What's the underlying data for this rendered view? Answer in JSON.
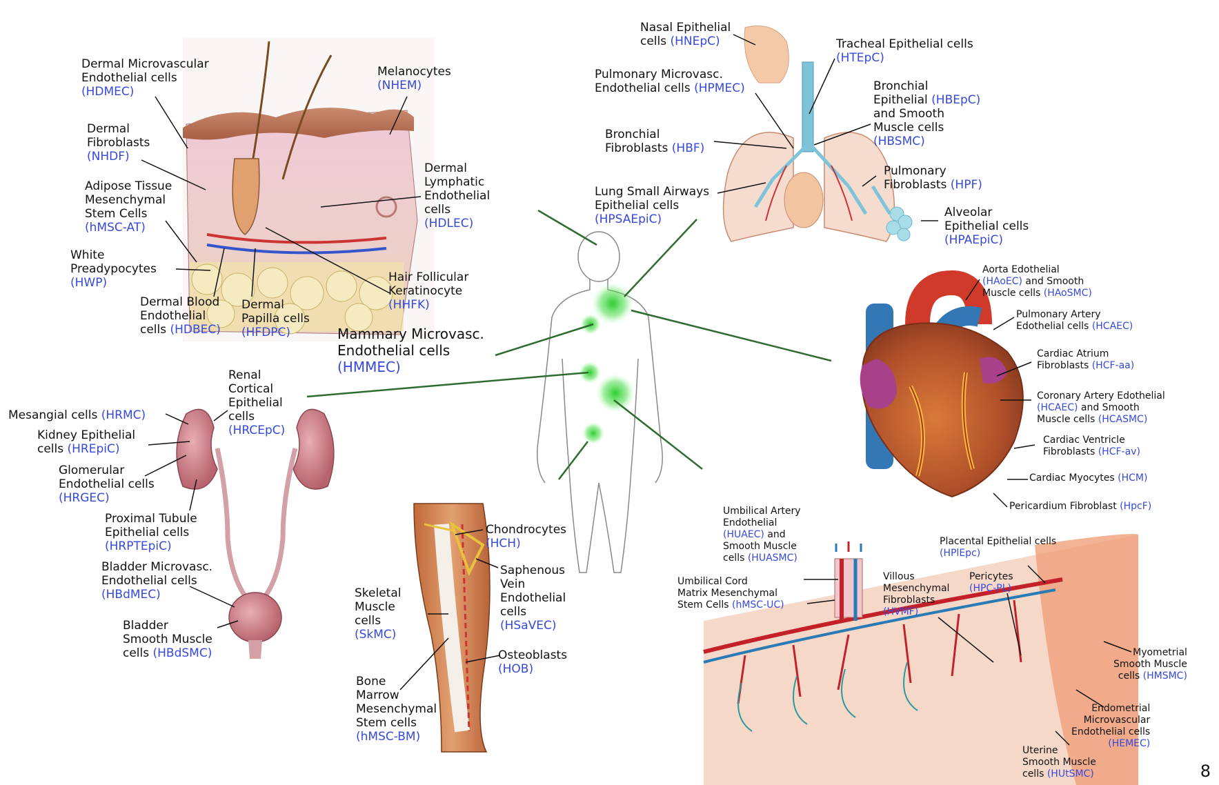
{
  "page_number": "8",
  "skin": {
    "hdmec": {
      "text": "Dermal Microvascular\nEndothelial cells\n",
      "code": "(HDMEC)"
    },
    "nhem": {
      "text": "Melanocytes\n",
      "code": "(NHEM)"
    },
    "nhdf": {
      "text": "Dermal\nFibroblasts\n",
      "code": "(NHDF)"
    },
    "hmscat": {
      "text": "Adipose Tissue\nMesenchymal\nStem Cells\n",
      "code": "(hMSC-AT)"
    },
    "hdlec": {
      "text": "Dermal\nLymphatic\nEndothelial\ncells\n",
      "code": "(HDLEC)"
    },
    "hwp": {
      "text": "White\nPreadypocytes\n",
      "code": "(HWP)"
    },
    "hhfk": {
      "text": "Hair Follicular\nKeratinocyte\n",
      "code": "(HHFK)"
    },
    "hdbec": {
      "text": "Dermal Blood\nEndothelial\ncells ",
      "code": "(HDBEC)"
    },
    "hfdpc": {
      "text": "Dermal\nPapilla cells\n",
      "code": "(HFDPC)"
    }
  },
  "mammary": {
    "text": "Mammary Microvasc.\nEndothelial cells\n",
    "code": "(HMMEC)"
  },
  "lung": {
    "hnepc": {
      "text": "Nasal Epithelial\ncells ",
      "code": "(HNEpC)"
    },
    "htepc": {
      "text": "Tracheal Epithelial cells\n",
      "code": "(HTEpC)"
    },
    "hpmec": {
      "text": "Pulmonary Microvasc.\nEndothelial cells ",
      "code": "(HPMEC)"
    },
    "hbepc": {
      "text": "Bronchial\nEpithelial ",
      "code": "(HBEpC)",
      "text2": "\nand Smooth\nMuscle cells\n",
      "code2": "(HBSMC)"
    },
    "hbf": {
      "text": "Bronchial\nFibroblasts ",
      "code": "(HBF)"
    },
    "hpf": {
      "text": "Pulmonary\nFibroblasts ",
      "code": "(HPF)"
    },
    "hpsaepic": {
      "text": "Lung Small Airways\nEpithelial cells\n",
      "code": "(HPSAEpiC)"
    },
    "hpaepic": {
      "text": "Alveolar\nEpithelial cells\n",
      "code": "(HPAEpiC)"
    }
  },
  "heart": {
    "haoec": {
      "text": "Aorta Edothelial\n",
      "code": "(HAoEC)",
      "text2": " and Smooth\nMuscle cells ",
      "code2": "(HAoSMC)"
    },
    "hpaec": {
      "text": "Pulmonary Artery\nEdothelial cells ",
      "code": "(HCAEC)"
    },
    "hcfaa": {
      "text": "Cardiac Atrium\nFibroblasts ",
      "code": "(HCF-aa)"
    },
    "hcaec": {
      "text": "Coronary Artery Edothelial\n",
      "code": "(HCAEC)",
      "text2": " and Smooth\nMuscle cells ",
      "code2": "(HCASMC)"
    },
    "hcfav": {
      "text": "Cardiac Ventricle\nFibroblasts ",
      "code": "(HCF-av)"
    },
    "hcm": {
      "text": "Cardiac Myocytes ",
      "code": "(HCM)"
    },
    "hpcf": {
      "text": "Pericardium Fibroblast ",
      "code": "(HpcF)"
    }
  },
  "kidney": {
    "hrmc": {
      "text": "Mesangial cells ",
      "code": "(HRMC)"
    },
    "hrcepc": {
      "text": "Renal\nCortical\nEpithelial\ncells\n",
      "code": "(HRCEpC)"
    },
    "hrepic": {
      "text": "Kidney Epithelial\ncells ",
      "code": "(HREpiC)"
    },
    "hrgec": {
      "text": "Glomerular\nEndothelial cells\n",
      "code": "(HRGEC)"
    },
    "hrptepic": {
      "text": "Proximal Tubule\nEpithelial cells\n",
      "code": "(HRPTEpiC)"
    },
    "hbdmec": {
      "text": "Bladder Microvasc.\nEndothelial cells\n",
      "code": "(HBdMEC)"
    },
    "hbdsmc": {
      "text": "Bladder\nSmooth Muscle\ncells ",
      "code": "(HBdSMC)"
    }
  },
  "leg": {
    "hch": {
      "text": "Chondrocytes\n",
      "code": "(HCH)"
    },
    "hsavec": {
      "text": "Saphenous\nVein\nEndothelial\ncells\n",
      "code": "(HSaVEC)"
    },
    "skmc": {
      "text": "Skeletal\nMuscle\ncells\n",
      "code": "(SkMC)"
    },
    "hob": {
      "text": "Osteoblasts\n",
      "code": "(HOB)"
    },
    "hmscbm": {
      "text": "Bone\nMarrow\nMesenchymal\nStem cells\n",
      "code": "(hMSC-BM)"
    }
  },
  "placenta": {
    "huaec": {
      "text": "Umbilical Artery\nEndothelial\n",
      "code": "(HUAEC)",
      "text2": " and\nSmooth Muscle\ncells ",
      "code2": "(HUASMC)"
    },
    "hmscuc": {
      "text": "Umbilical Cord\nMatrix Mesenchymal\nStem Cells ",
      "code": "(hMSC-UC)"
    },
    "hplepc": {
      "text": "Placental Epithelial cells\n",
      "code": "(HPlEpc)"
    },
    "hvmf": {
      "text": "Villous\nMesenchymal\nFibroblasts\n",
      "code": "(HVMF)"
    },
    "hpcpl": {
      "text": "Pericytes\n",
      "code": "(HPC-PL)"
    },
    "hmsmc": {
      "text": "Myometrial\nSmooth Muscle\ncells ",
      "code": "(HMSMC)"
    },
    "hemec": {
      "text": "Endometrial\nMicrovascular\nEndothelial cells\n",
      "code": "(HEMEC)"
    },
    "hutsmc": {
      "text": "Uterine\nSmooth Muscle\ncells ",
      "code": "(HUtSMC)"
    }
  },
  "colors": {
    "code_blue": "#3548e0",
    "connector_green": "#2e6b2e",
    "glow_green": "#33cc33"
  }
}
